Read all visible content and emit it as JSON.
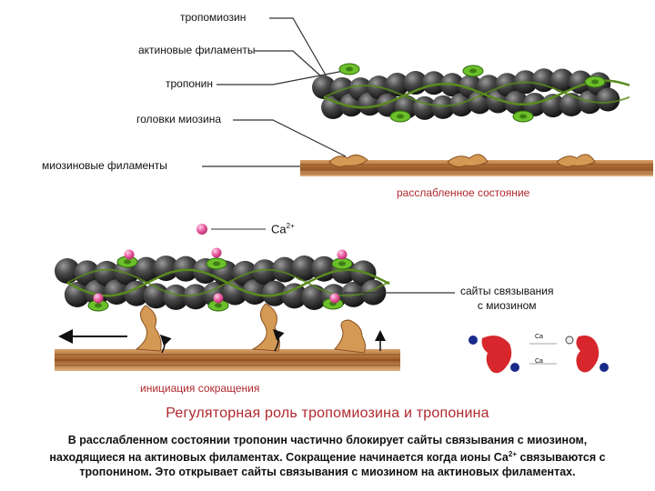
{
  "labels": {
    "tropomyosin": "тропомиозин",
    "actin_filaments": "актиновые филаменты",
    "troponin": "тропонин",
    "myosin_heads": "головки миозина",
    "myosin_filaments": "миозиновые филаменты",
    "relaxed_state": "расслабленное состояние",
    "calcium_ion": "Ca",
    "calcium_charge": "2+",
    "binding_sites_line1": "сайты связывания",
    "binding_sites_line2": "с миозином",
    "contraction_start": "инициация сокращения",
    "inset_ca_top": "Ca",
    "inset_ca_bottom": "Ca"
  },
  "title": "Регуляторная роль тропомиозина и тропонина",
  "caption": {
    "part1": "В расслабленном состоянии тропонин частично блокирует сайты связывания с миозином, находящиеся на актиновых филаментах. Сокращение начинается когда ионы Са",
    "superscript": "2+",
    "part2": " связываются с тропонином. Это открывает сайты связывания с миозином на актиновых филаментах."
  },
  "colors": {
    "actin": "#3a3a3a",
    "tropomyosin": "#5a8a1e",
    "troponin": "#6cc02a",
    "myosin": "#a8652b",
    "myosin_head": "#d49a55",
    "calcium": "#e85aa0",
    "accent_text": "#b0282e",
    "inset_red": "#d7262c",
    "inset_blue": "#1a2a8a"
  }
}
